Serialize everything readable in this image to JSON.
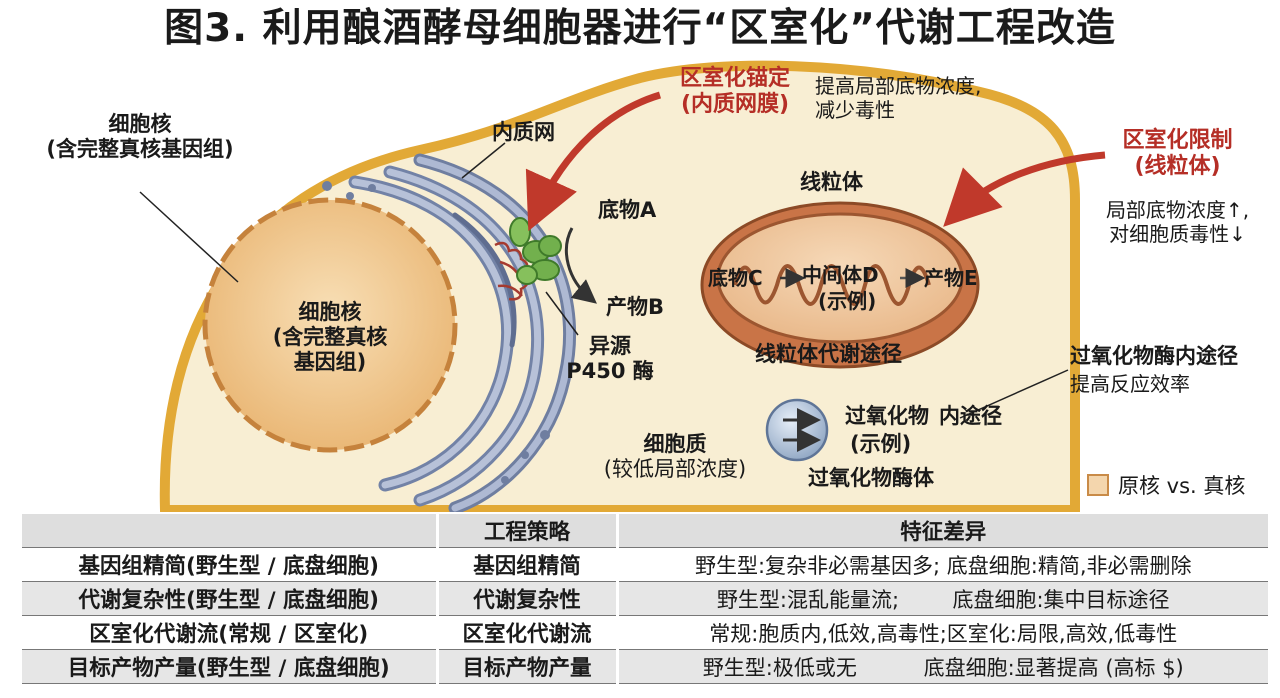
{
  "title": "图3. 利用酿酒酵母细胞器进行“区室化”代谢工程改造",
  "labels": {
    "nucleus_callout": [
      "细胞核",
      "(含完整真核基因组)"
    ],
    "nucleus_inner": [
      "细胞核",
      "(含完整真核",
      "基因组)"
    ],
    "er": "内质网",
    "er_anchor_title": [
      "区室化锚定",
      "(内质网膜)"
    ],
    "er_anchor_note": [
      "提高局部底物浓度,",
      "减少毒性"
    ],
    "substrate_a": "底物A",
    "product_b": "产物B",
    "p450": [
      "异源",
      "P450 酶"
    ],
    "mito_title": "线粒体",
    "mito_limit_title": [
      "区室化限制",
      "(线粒体)"
    ],
    "mito_limit_note": [
      "局部底物浓度↑,",
      "对细胞质毒性↓"
    ],
    "mito_pathway": [
      "底物C",
      "中间体D",
      "产物E",
      "(示例)"
    ],
    "mito_pathway_name": "线粒体代谢途径",
    "peroxisome_pathway_title": "过氧化物酶内途径",
    "peroxisome_pathway_note": "提高反应效率",
    "peroxisome_inner": [
      "过氧化物",
      "内途径",
      "(示例)"
    ],
    "peroxisome_name": "过氧化物酶体",
    "cytoplasm": [
      "细胞质",
      "(较低局部浓度)"
    ]
  },
  "legend": {
    "text": "原核 vs. 真核",
    "color": "#f4d6ad"
  },
  "table": {
    "headers": [
      "",
      "工程策略",
      "特征差异"
    ],
    "rows": [
      [
        "基因组精简(野生型 / 底盘细胞)",
        "基因组精简",
        "野生型:复杂非必需基因多;  底盘细胞:精简,非必需删除"
      ],
      [
        "代谢复杂性(野生型 / 底盘细胞)",
        "代谢复杂性",
        "野生型:混乱能量流;        底盘细胞:集中目标途径"
      ],
      [
        "区室化代谢流(常规 / 区室化)",
        "区室化代谢流",
        "常规:胞质内,低效,高毒性;区室化:局限,高效,低毒性"
      ],
      [
        "目标产物产量(野生型 / 底盘细胞)",
        "目标产物产量",
        "野生型:极低或无          底盘细胞:显著提高 (高标 $)"
      ]
    ]
  },
  "colors": {
    "cell_fill": "#f8eed3",
    "cell_border": "#e2a936",
    "nucleus_fill": "#f3d19f",
    "er": "#6f7ea0",
    "mito_fill": "#d98a5c",
    "enzyme_green": "#72b04d",
    "arrow_red": "#c0392b"
  }
}
